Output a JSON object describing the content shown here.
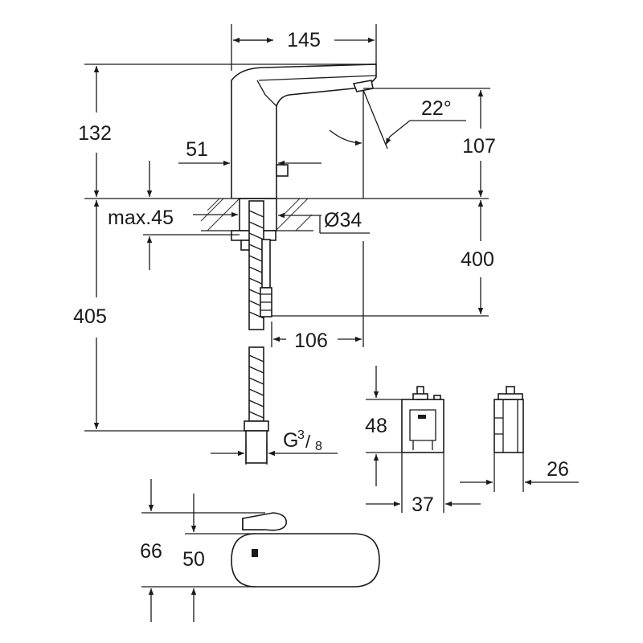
{
  "dimensions": {
    "spout_reach": "145",
    "total_height": "132",
    "spout_height": "107",
    "sensor_angle": "22°",
    "body_diameter": "51",
    "max_deck_thickness": "max.45",
    "hole_diameter": "Ø34",
    "supply_hose_length": "405",
    "control_box_clearance": "400",
    "hose_offset": "106",
    "thread_prefix": "G",
    "thread_numerator": "3",
    "thread_slash": "/",
    "thread_denominator": "8",
    "box_height": "48",
    "box_width": "37",
    "box_depth": "26",
    "base_length": "66",
    "base_width": "50"
  }
}
